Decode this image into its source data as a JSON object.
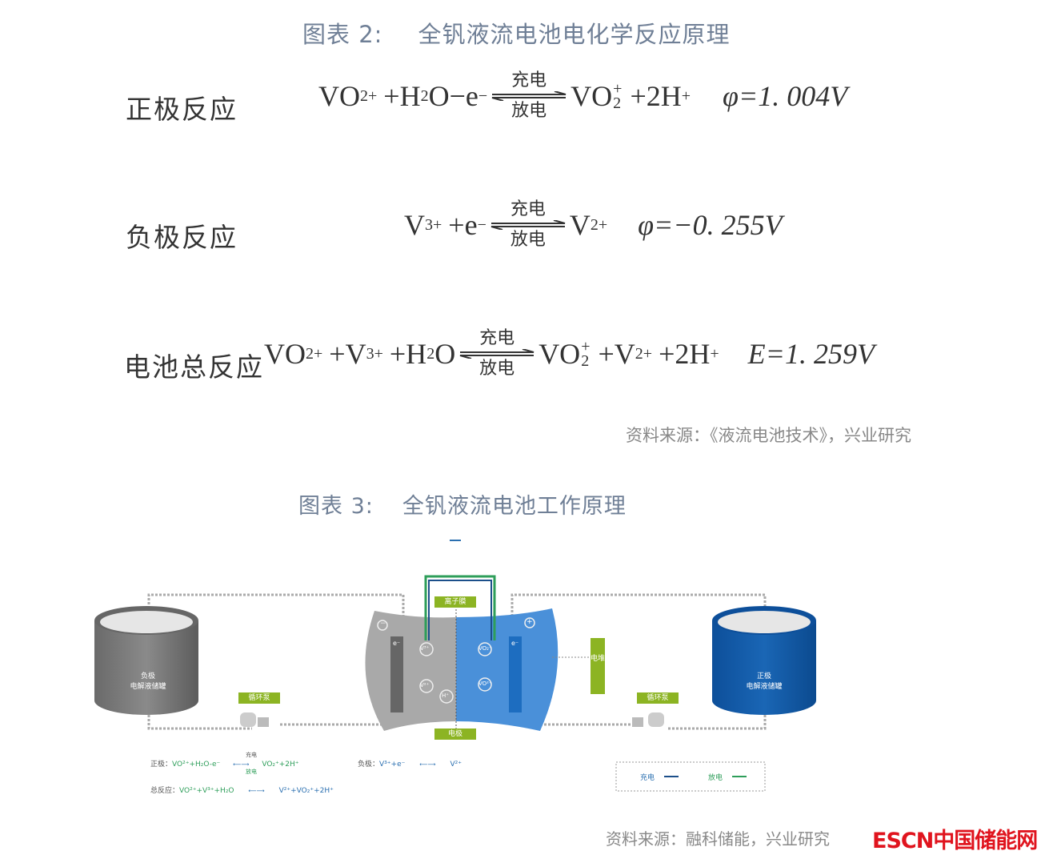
{
  "figure2": {
    "number": "图表 2:",
    "title": "全钒液流电池电化学反应原理",
    "arrow_top": "充电",
    "arrow_bottom": "放电",
    "reactions": [
      {
        "label": "正极反应",
        "lhs": [
          "VO",
          "2+",
          "+H",
          "2",
          "O−e",
          "−"
        ],
        "rhs": [
          "VO",
          "+",
          "2",
          "+2H",
          "+"
        ],
        "potential": "φ=1. 004V"
      },
      {
        "label": "负极反应",
        "lhs": [
          "V",
          "3+",
          "+e",
          "−"
        ],
        "rhs": [
          "V",
          "2+"
        ],
        "potential": "φ=−0. 255V"
      },
      {
        "label": "电池总反应",
        "lhs": [
          "VO",
          "2+",
          "+V",
          "3+",
          "+H",
          "2",
          "O"
        ],
        "rhs": [
          "VO",
          "+",
          "2",
          "+V",
          "2+",
          "+2H",
          "+"
        ],
        "potential": "E=1. 259V"
      }
    ],
    "source": "资料来源：《液流电池技术》，兴业研究"
  },
  "figure3": {
    "number": "图表 3:",
    "title": "全钒液流电池工作原理",
    "diagram": {
      "neg_tank": [
        "负极",
        "电解液储罐"
      ],
      "pos_tank": [
        "正极",
        "电解液储罐"
      ],
      "membrane": "离子膜",
      "electrode": "电极",
      "stack": "电堆",
      "pump": "循环泵",
      "ions": {
        "v3": "V³⁺",
        "v2": "V²⁺",
        "vo2p": "VO₂⁺",
        "vo2": "VO²⁺",
        "h": "H⁺",
        "e": "e⁻",
        "minus": "−",
        "plus": "+"
      },
      "eq_pos_label": "正极：",
      "eq_pos_lhs": "VO²⁺+H₂O-e⁻",
      "eq_pos_rhs": "VO₂⁺+2H⁺",
      "eq_neg_label": "负极：",
      "eq_neg_lhs": "V³⁺+e⁻",
      "eq_neg_rhs": "V²⁺",
      "eq_tot_label": "总反应：",
      "eq_tot_lhs": "VO²⁺+V³⁺+H₂O",
      "eq_tot_rhs": "V²⁺+VO₂⁺+2H⁺",
      "charge": "充电",
      "discharge": "放电"
    },
    "source": "资料来源：融科储能，兴业研究"
  },
  "logo": {
    "text": "ESCN中国储能网",
    "color": "#e0141e"
  }
}
